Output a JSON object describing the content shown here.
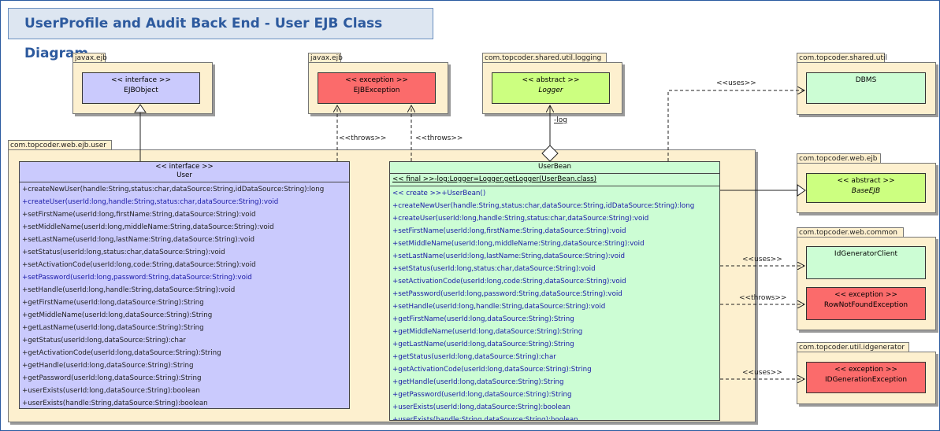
{
  "title": "UserProfile and Audit Back End - User EJB Class Diagram",
  "packages": {
    "javax_ejb_1": "javax.ejb",
    "javax_ejb_2": "javax.ejb",
    "logging": "com.topcoder.shared.util.logging",
    "shared_util": "com.topcoder.shared.util",
    "web_ejb_user": "com.topcoder.web.ejb.user",
    "web_ejb": "com.topcoder.web.ejb",
    "web_common": "com.topcoder.web.common",
    "idgenerator": "com.topcoder.util.idgenerator"
  },
  "classes": {
    "ejbobject": {
      "stereotype": "<< interface >>",
      "name": "EJBObject"
    },
    "ejbexception": {
      "stereotype": "<< exception >>",
      "name": "EJBException"
    },
    "logger": {
      "stereotype": "<< abstract >>",
      "name": "Logger"
    },
    "dbms": {
      "name": "DBMS"
    },
    "baseejb": {
      "stereotype": "<< abstract >>",
      "name": "BaseEJB"
    },
    "idgeneratorclient": {
      "name": "IdGeneratorClient"
    },
    "rownotfound": {
      "stereotype": "<< exception >>",
      "name": "RowNotFoundException"
    },
    "idgenerationexception": {
      "stereotype": "<< exception >>",
      "name": "IDGenerationException"
    }
  },
  "user": {
    "stereotype": "<< interface >>",
    "name": "User",
    "operations": [
      "+createNewUser(handle:String,status:char,dataSource:String,idDataSource:String):long",
      "+createUser(userId:long,handle:String,status:char,dataSource:String):void",
      "+setFirstName(userId:long,firstName:String,dataSource:String):void",
      "+setMiddleName(userId:long,middleName:String,dataSource:String):void",
      "+setLastName(userId:long,lastName:String,dataSource:String):void",
      "+setStatus(userId:long,status:char,dataSource:String):void",
      "+setActivationCode(userId:long,code:String,dataSource:String):void",
      "+setPassword(userId:long,password:String,dataSource:String):void",
      "+setHandle(userId:long,handle:String,dataSource:String):void",
      "+getFirstName(userId:long,dataSource:String):String",
      "+getMiddleName(userId:long,dataSource:String):String",
      "+getLastName(userId:long,dataSource:String):String",
      "+getStatus(userId:long,dataSource:String):char",
      "+getActivationCode(userId:long,dataSource:String):String",
      "+getHandle(userId:long,dataSource:String):String",
      "+getPassword(userId:long,dataSource:String):String",
      "+userExists(userId:long,dataSource:String):boolean",
      "+userExists(handle:String,dataSource:String):boolean"
    ]
  },
  "userbean": {
    "name": "UserBean",
    "attribute": "<< final >>-log:Logger=Logger.getLogger(UserBean.class)",
    "constructor": "<< create >>+UserBean()",
    "operations": [
      "+createNewUser(handle:String,status:char,dataSource:String,idDataSource:String):long",
      "+createUser(userId:long,handle:String,status:char,dataSource:String):void",
      "+setFirstName(userId:long,firstName:String,dataSource:String):void",
      "+setMiddleName(userId:long,middleName:String,dataSource:String):void",
      "+setLastName(userId:long,lastName:String,dataSource:String):void",
      "+setStatus(userId:long,status:char,dataSource:String):void",
      "+setActivationCode(userId:long,code:String,dataSource:String):void",
      "+setPassword(userId:long,password:String,dataSource:String):void",
      "+setHandle(userId:long,handle:String,dataSource:String):void",
      "+getFirstName(userId:long,dataSource:String):String",
      "+getMiddleName(userId:long,dataSource:String):String",
      "+getLastName(userId:long,dataSource:String):String",
      "+getStatus(userId:long,dataSource:String):char",
      "+getActivationCode(userId:long,dataSource:String):String",
      "+getHandle(userId:long,dataSource:String):String",
      "+getPassword(userId:long,dataSource:String):String",
      "+userExists(userId:long,dataSource:String):boolean",
      "+userExists(handle:String,dataSource:String):boolean"
    ]
  },
  "labels": {
    "throws_1": "<<throws>>",
    "throws_2": "<<throws>>",
    "uses_dbms": "<<uses>>",
    "log": "-log",
    "uses_idgen_client": "<<uses>>",
    "throws_rownotfound": "<<throws>>",
    "uses_idgen_exc": "<<uses>>"
  }
}
